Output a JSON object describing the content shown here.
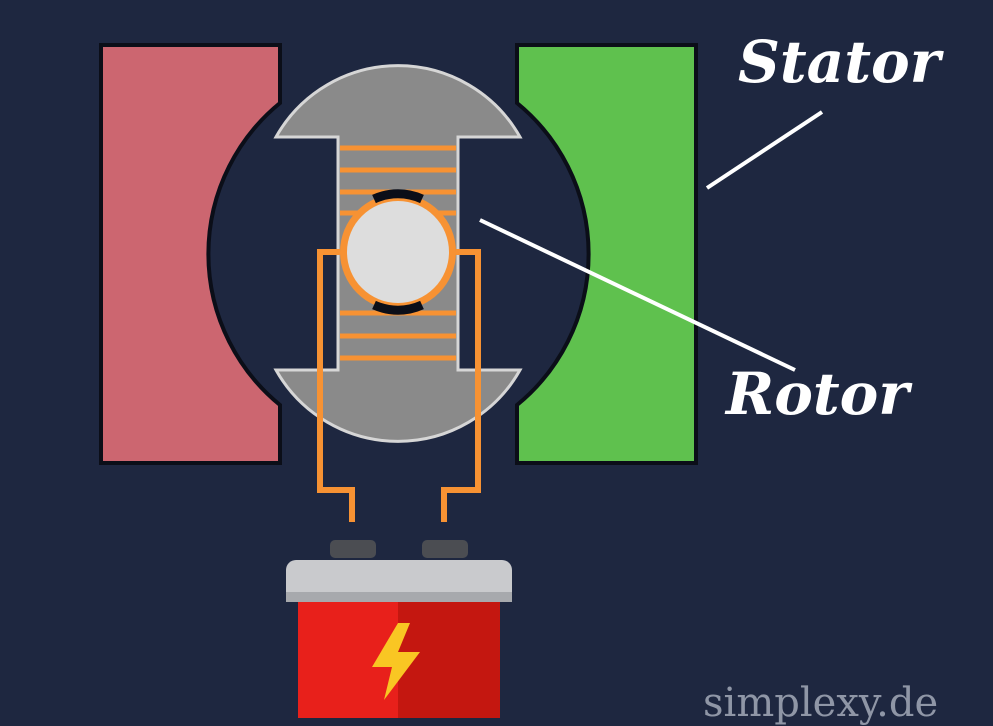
{
  "labels": {
    "stator": "Stator",
    "rotor": "Rotor"
  },
  "watermark": "simplexy.de",
  "colors": {
    "background": "#1e2740",
    "magnet_left": "#cc6670",
    "magnet_right": "#5fc14e",
    "rotor_core": "#8a8a8a",
    "winding": "#f79233",
    "commutator": "#dddddd",
    "battery_body": "#e8201b",
    "battery_lid": "#c9cacd",
    "bolt": "#f9c623",
    "label_text": "#ffffff",
    "watermark_text": "#8f96a6"
  },
  "icons": {
    "battery": "battery-icon",
    "bolt": "lightning-bolt-icon"
  }
}
